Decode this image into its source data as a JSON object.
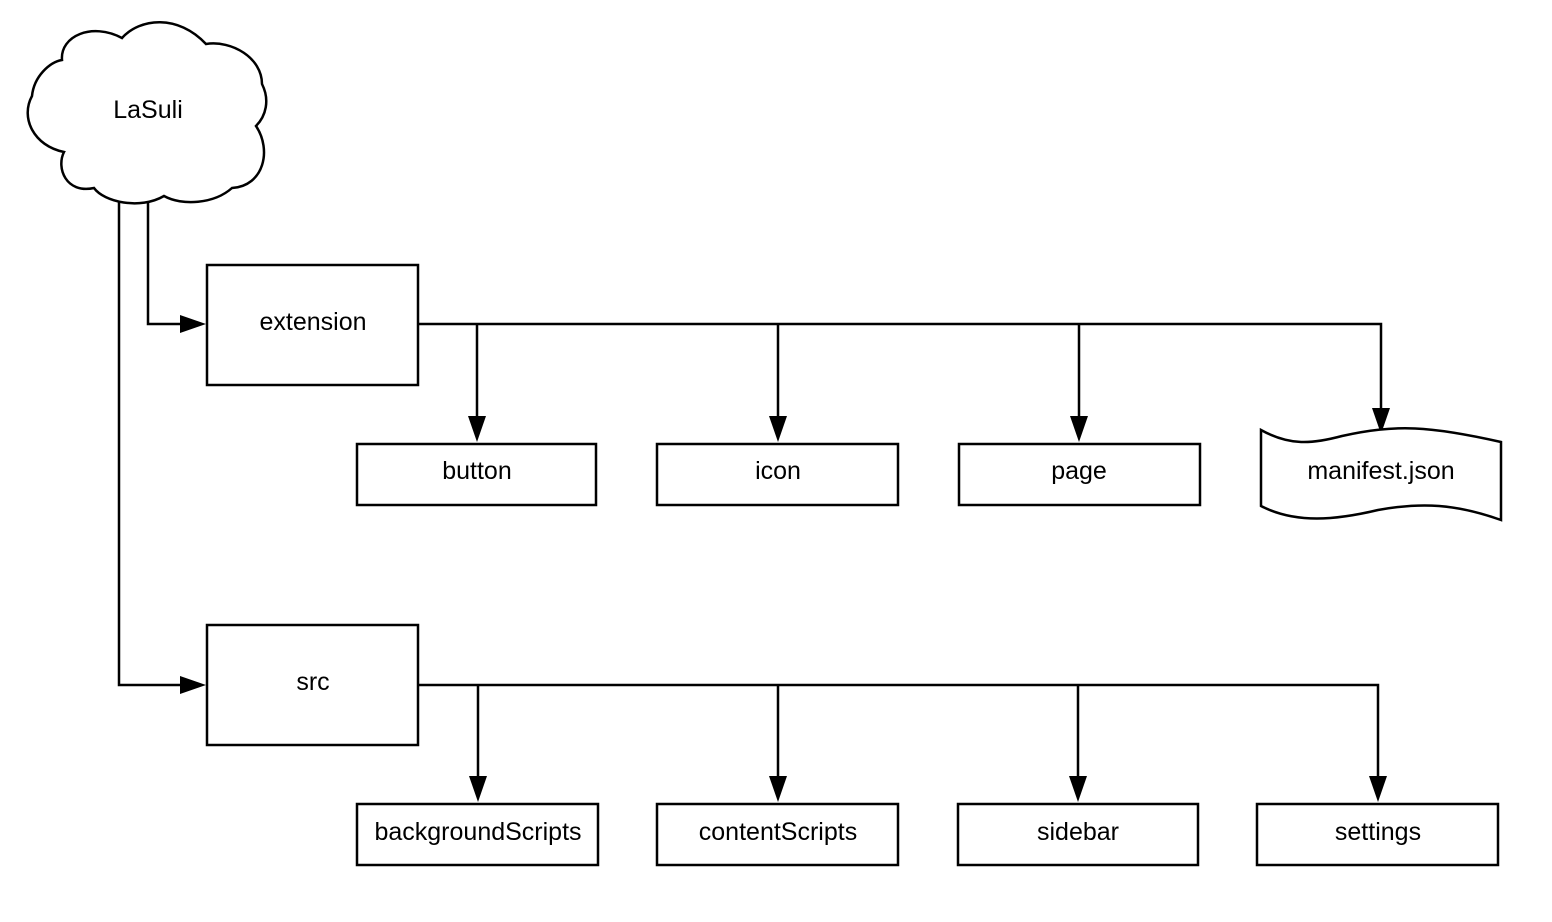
{
  "diagram": {
    "root": {
      "label": "LaSuli",
      "shape": "cloud"
    },
    "extension": {
      "label": "extension",
      "children": [
        {
          "label": "button"
        },
        {
          "label": "icon"
        },
        {
          "label": "page"
        },
        {
          "label": "manifest.json",
          "shape": "document"
        }
      ]
    },
    "src": {
      "label": "src",
      "children": [
        {
          "label": "backgroundScripts"
        },
        {
          "label": "contentScripts"
        },
        {
          "label": "sidebar"
        },
        {
          "label": "settings"
        }
      ]
    }
  }
}
